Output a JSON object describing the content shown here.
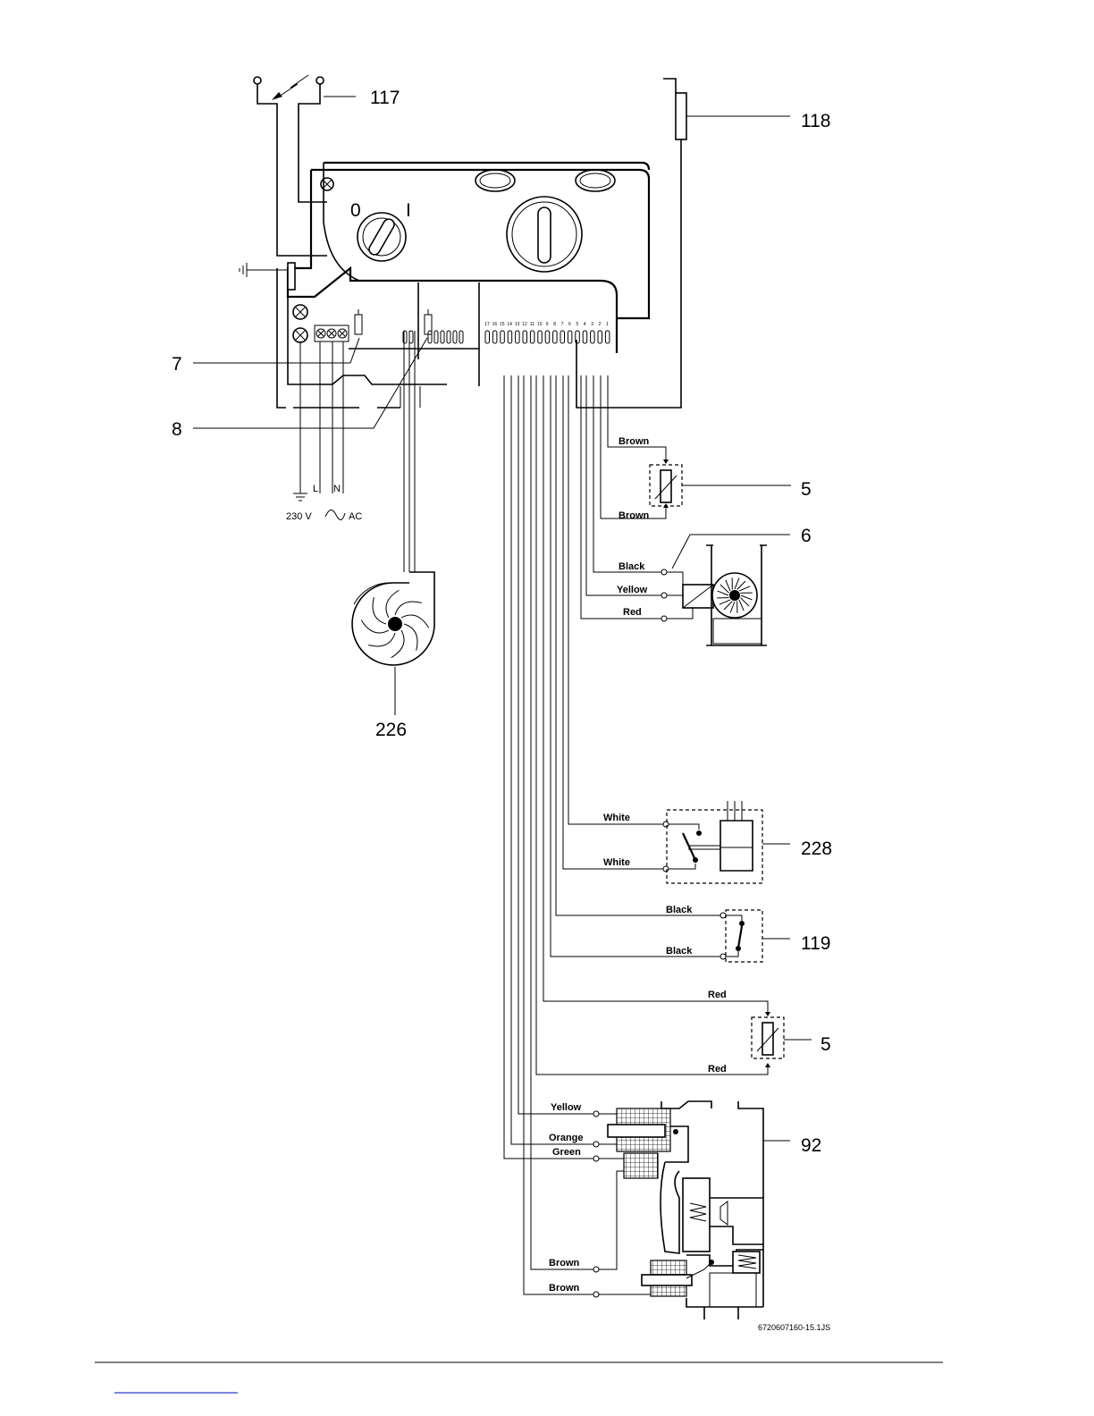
{
  "callouts": {
    "c117": "117",
    "c118": "118",
    "c7": "7",
    "c8": "8",
    "c5a": "5",
    "c6": "6",
    "c226": "226",
    "c228": "228",
    "c119": "119",
    "c5b": "5",
    "c92": "92"
  },
  "panel": {
    "switch_off": "0",
    "switch_on": "I",
    "pins": [
      "17",
      "16",
      "15",
      "14",
      "13",
      "12",
      "11",
      "10",
      "9",
      "8",
      "7",
      "6",
      "5",
      "4",
      "3",
      "2",
      "1"
    ]
  },
  "mains": {
    "live": "L",
    "neutral": "N",
    "voltage": "230 V",
    "current_type": "AC"
  },
  "wires": {
    "sensor_top": "Brown",
    "sensor_bottom": "Brown",
    "fan_black": "Black",
    "fan_yellow": "Yellow",
    "fan_red": "Red",
    "switch228_top": "White",
    "switch228_bottom": "White",
    "switch119_top": "Black",
    "switch119_bottom": "Black",
    "sensor2_top": "Red",
    "sensor2_bottom": "Red",
    "valve_yellow": "Yellow",
    "valve_orange": "Orange",
    "valve_green": "Green",
    "valve_brown1": "Brown",
    "valve_brown2": "Brown"
  },
  "reference": "6720607160-15.1JS",
  "icons": [
    "spark-electrode-icon",
    "ground-icon",
    "fan-motor-icon",
    "screw-terminal-icon"
  ]
}
